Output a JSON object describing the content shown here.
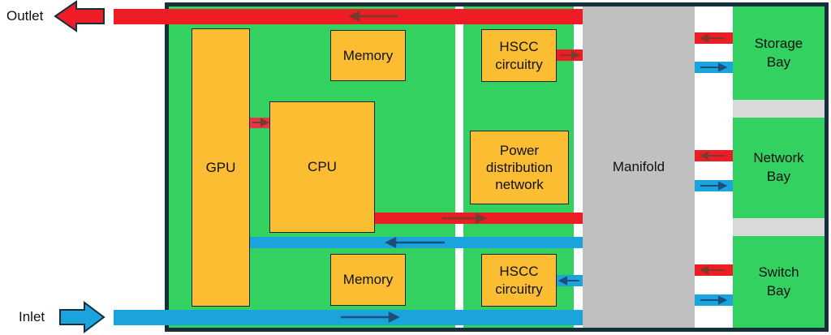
{
  "labels": {
    "outlet": "Outlet",
    "inlet": "Inlet"
  },
  "components": {
    "gpu": "GPU",
    "cpu": "CPU",
    "memory_top": "Memory",
    "memory_bottom": "Memory",
    "hscc_top": "HSCC\ncircuitry",
    "hscc_bottom": "HSCC\ncircuitry",
    "power": "Power\ndistribution\nnetwork",
    "manifold": "Manifold"
  },
  "bays": {
    "storage": "Storage\nBay",
    "network": "Network\nBay",
    "switch": "Switch\nBay"
  },
  "colors": {
    "hot": "#ee1c24",
    "cold": "#1aa3dd",
    "board": "#33d160",
    "component": "#fbbd32",
    "manifold": "#c0c0c0",
    "frame": "#14303a",
    "flow_arrow": "#7a3b2e",
    "flow_arrow_cold": "#1d4f7a"
  }
}
